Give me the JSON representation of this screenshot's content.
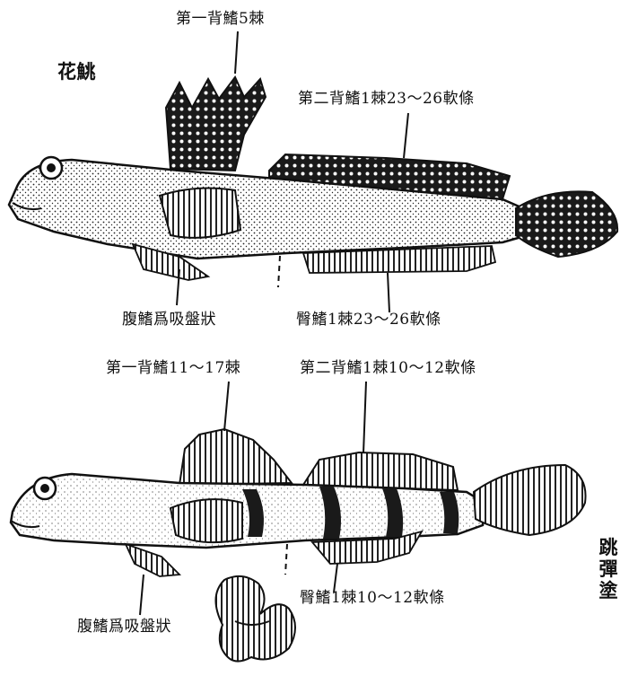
{
  "species": [
    {
      "name": "花鮡",
      "labels": {
        "first_dorsal": "第一背鰭5棘",
        "second_dorsal": "第二背鰭1棘23～26軟條",
        "pelvic": "腹鰭爲吸盤狀",
        "anal": "臀鰭1棘23～26軟條"
      }
    },
    {
      "name": "跳彈塗",
      "name_chars": [
        "跳",
        "彈",
        "塗"
      ],
      "labels": {
        "first_dorsal": "第一背鰭11～17棘",
        "second_dorsal": "第二背鰭1棘10～12軟條",
        "pelvic": "腹鰭爲吸盤狀",
        "anal": "臀鰭1棘10～12軟條"
      }
    }
  ]
}
